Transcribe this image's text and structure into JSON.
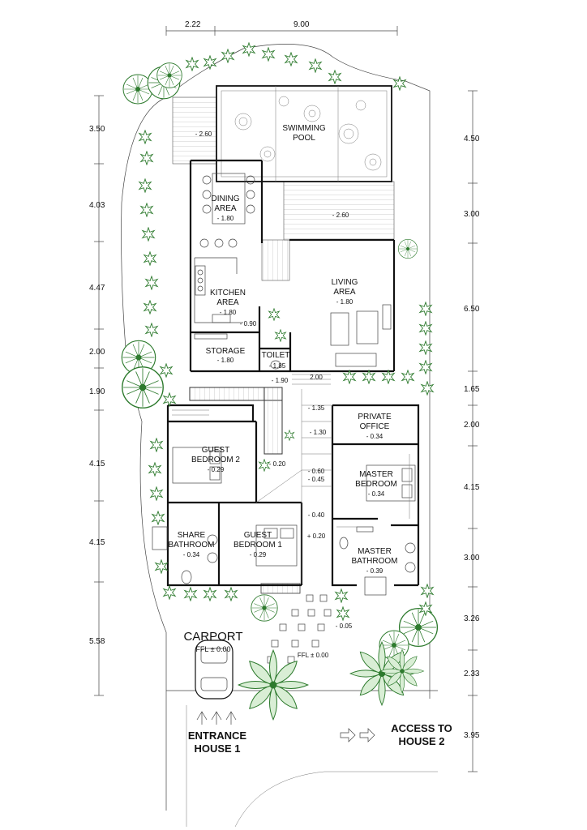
{
  "rooms": [
    {
      "id": "pool",
      "name": [
        "SWIMMING",
        "POOL"
      ],
      "level": ""
    },
    {
      "id": "dining",
      "name": [
        "DINING",
        "AREA"
      ],
      "level": "- 1.80"
    },
    {
      "id": "kitchen",
      "name": [
        "KITCHEN",
        "AREA"
      ],
      "level": "- 1.80"
    },
    {
      "id": "living",
      "name": [
        "LIVING",
        "AREA"
      ],
      "level": "- 1.80"
    },
    {
      "id": "storage",
      "name": [
        "STORAGE"
      ],
      "level": "- 1.80"
    },
    {
      "id": "toilet",
      "name": [
        "TOILET"
      ],
      "level": "- 1.85"
    },
    {
      "id": "office",
      "name": [
        "PRIVATE",
        "OFFICE"
      ],
      "level": "- 0.34"
    },
    {
      "id": "guest2",
      "name": [
        "GUEST",
        "BEDROOM 2"
      ],
      "level": "- 0.29"
    },
    {
      "id": "master",
      "name": [
        "MASTER",
        "BEDROOM"
      ],
      "level": "- 0.34"
    },
    {
      "id": "share",
      "name": [
        "SHARE",
        "BATHROOM"
      ],
      "level": "- 0.34"
    },
    {
      "id": "guest1",
      "name": [
        "GUEST",
        "BEDROOM 1"
      ],
      "level": "- 0.29"
    },
    {
      "id": "masterbath",
      "name": [
        "MASTER",
        "BATHROOM"
      ],
      "level": "- 0.39"
    }
  ],
  "level_marks": [
    "- 2.60",
    "- 2.60",
    "- 0.90",
    "- 1.90",
    "2.00",
    "- 1.35",
    "- 1.30",
    "- 0.20",
    "- 0.60",
    "- 0.45",
    "- 0.40",
    "+ 0.20",
    "- 0.05",
    "FFL ± 0.00"
  ],
  "carport": {
    "title": "CARPORT",
    "level": "FFL ± 0.00"
  },
  "entrance": {
    "line1": "ENTRANCE",
    "line2": "HOUSE 1"
  },
  "access": {
    "line1": "ACCESS TO",
    "line2": "HOUSE 2"
  },
  "dimensions": {
    "top": [
      "2.22",
      "9.00"
    ],
    "left": [
      "3.50",
      "4.03",
      "4.47",
      "2.00",
      "1.90",
      "4.15",
      "4.15",
      "5.58"
    ],
    "right": [
      "4.50",
      "3.00",
      "6.50",
      "1.65",
      "2.00",
      "4.15",
      "3.00",
      "3.26",
      "2.33",
      "3.95"
    ]
  },
  "colors": {
    "wall": "#111111",
    "vegetation": "#2d7a2d"
  }
}
